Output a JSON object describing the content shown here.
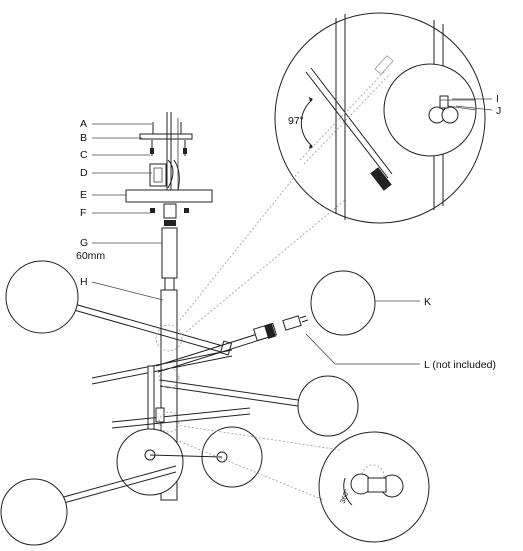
{
  "labels": {
    "a": "A",
    "b": "B",
    "c": "C",
    "d": "D",
    "e": "E",
    "f": "F",
    "g": "G",
    "g_size": "60mm",
    "h": "H",
    "i": "I",
    "j": "J",
    "k": "K",
    "l": "L (not included)"
  },
  "angles": {
    "top_detail": "97°",
    "bottom_detail": "360°"
  }
}
